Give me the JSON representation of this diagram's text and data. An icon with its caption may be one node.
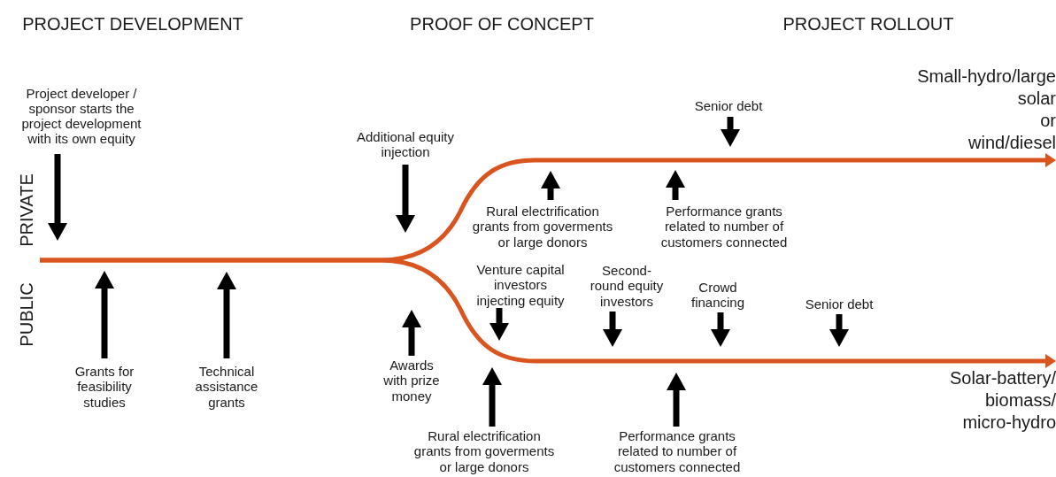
{
  "diagram": {
    "nodes": [
      {
        "text": [
          "Project developer / sponsor starts the project development with its own equity"
        ]
      },
      {
        "text": [
          "Grants for feasibility studies"
        ]
      },
      {
        "text": [
          "Technical assistance grants"
        ]
      },
      {
        "text": [
          "Additional equity injection"
        ]
      },
      {
        "text": [
          "Awards with prize money"
        ]
      },
      {
        "text": [
          "Venture capital investors injecting equity"
        ]
      },
      {
        "text": [
          "Rural electrification grants from goverments or large donors"
        ]
      },
      {
        "text": [
          "Performance grants related to number of customers connected"
        ]
      },
      {
        "text": [
          "Senior debt"
        ]
      },
      {
        "text": [
          "Small-hydro/large solar or wind/diesel"
        ]
      },
      {
        "text": [
          "Rural electrification grants from goverments or large donors"
        ]
      },
      {
        "text": [
          "Second-round equity investors"
        ]
      },
      {
        "text": [
          "Crowd financing"
        ]
      },
      {
        "text": [
          "Senior debt"
        ]
      },
      {
        "text": [
          "Performance grants related to number of customers connected"
        ]
      },
      {
        "text": [
          "Solar-battery/ biomass/ micro-hydro"
        ]
      }
    ],
    "edges": [
      {
        "from": 0,
        "to": null,
        "arrow": "to"
      },
      {
        "from": 1,
        "to": null,
        "arrow": "to"
      },
      {
        "from": 2,
        "to": null,
        "arrow": "to"
      },
      {
        "from": 3,
        "to": null,
        "arrow": "to"
      },
      {
        "from": 4,
        "to": null,
        "arrow": "to"
      },
      {
        "from": 5,
        "to": null,
        "arrow": "to"
      },
      {
        "from": 6,
        "to": null,
        "arrow": "to"
      },
      {
        "from": 7,
        "to": null,
        "arrow": "to"
      },
      {
        "from": 8,
        "to": null,
        "arrow": "to"
      },
      {
        "from": 10,
        "to": null,
        "arrow": "to"
      },
      {
        "from": 11,
        "to": null,
        "arrow": "to"
      },
      {
        "from": 12,
        "to": null,
        "arrow": "to"
      },
      {
        "from": 13,
        "to": null,
        "arrow": "to"
      },
      {
        "from": 14,
        "to": null,
        "arrow": "to"
      },
      {
        "from": null,
        "to": 9,
        "arrow": "to",
        "color": "#d9541e"
      },
      {
        "from": null,
        "to": 15,
        "arrow": "to",
        "color": "#d9541e"
      }
    ],
    "labels": [
      "PROJECT DEVELOPMENT",
      "PROOF OF CONCEPT",
      "PROJECT ROLLOUT",
      "PRIVATE",
      "PUBLIC"
    ]
  }
}
